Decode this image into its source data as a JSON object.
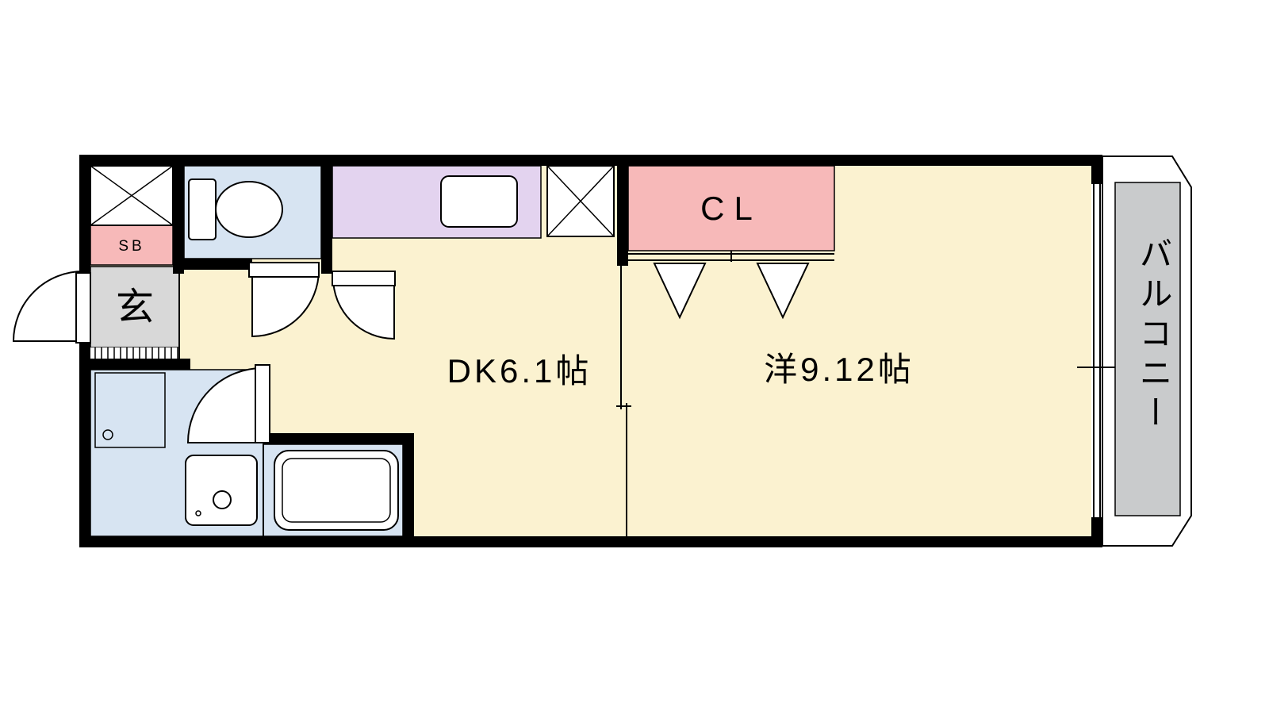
{
  "floorplan": {
    "rooms": {
      "entrance": {
        "label": "玄"
      },
      "shoe_box": {
        "label": "SB"
      },
      "closet": {
        "label": "CL"
      },
      "dining_kitchen": {
        "label": "DK6.1帖",
        "area_jo": "6.1"
      },
      "western_room": {
        "label": "洋9.12帖",
        "area_jo": "9.12"
      },
      "balcony": {
        "label": "バルコニー"
      }
    },
    "colors": {
      "room_cream": "#FBF2D0",
      "wet_area_blue": "#D7E4F2",
      "closet_pink": "#F7B9B9",
      "kitchen_lavender": "#E3D3EF",
      "entrance_gray": "#D8D8D8",
      "balcony_gray": "#C9CBCC",
      "wall": "#000000"
    }
  }
}
